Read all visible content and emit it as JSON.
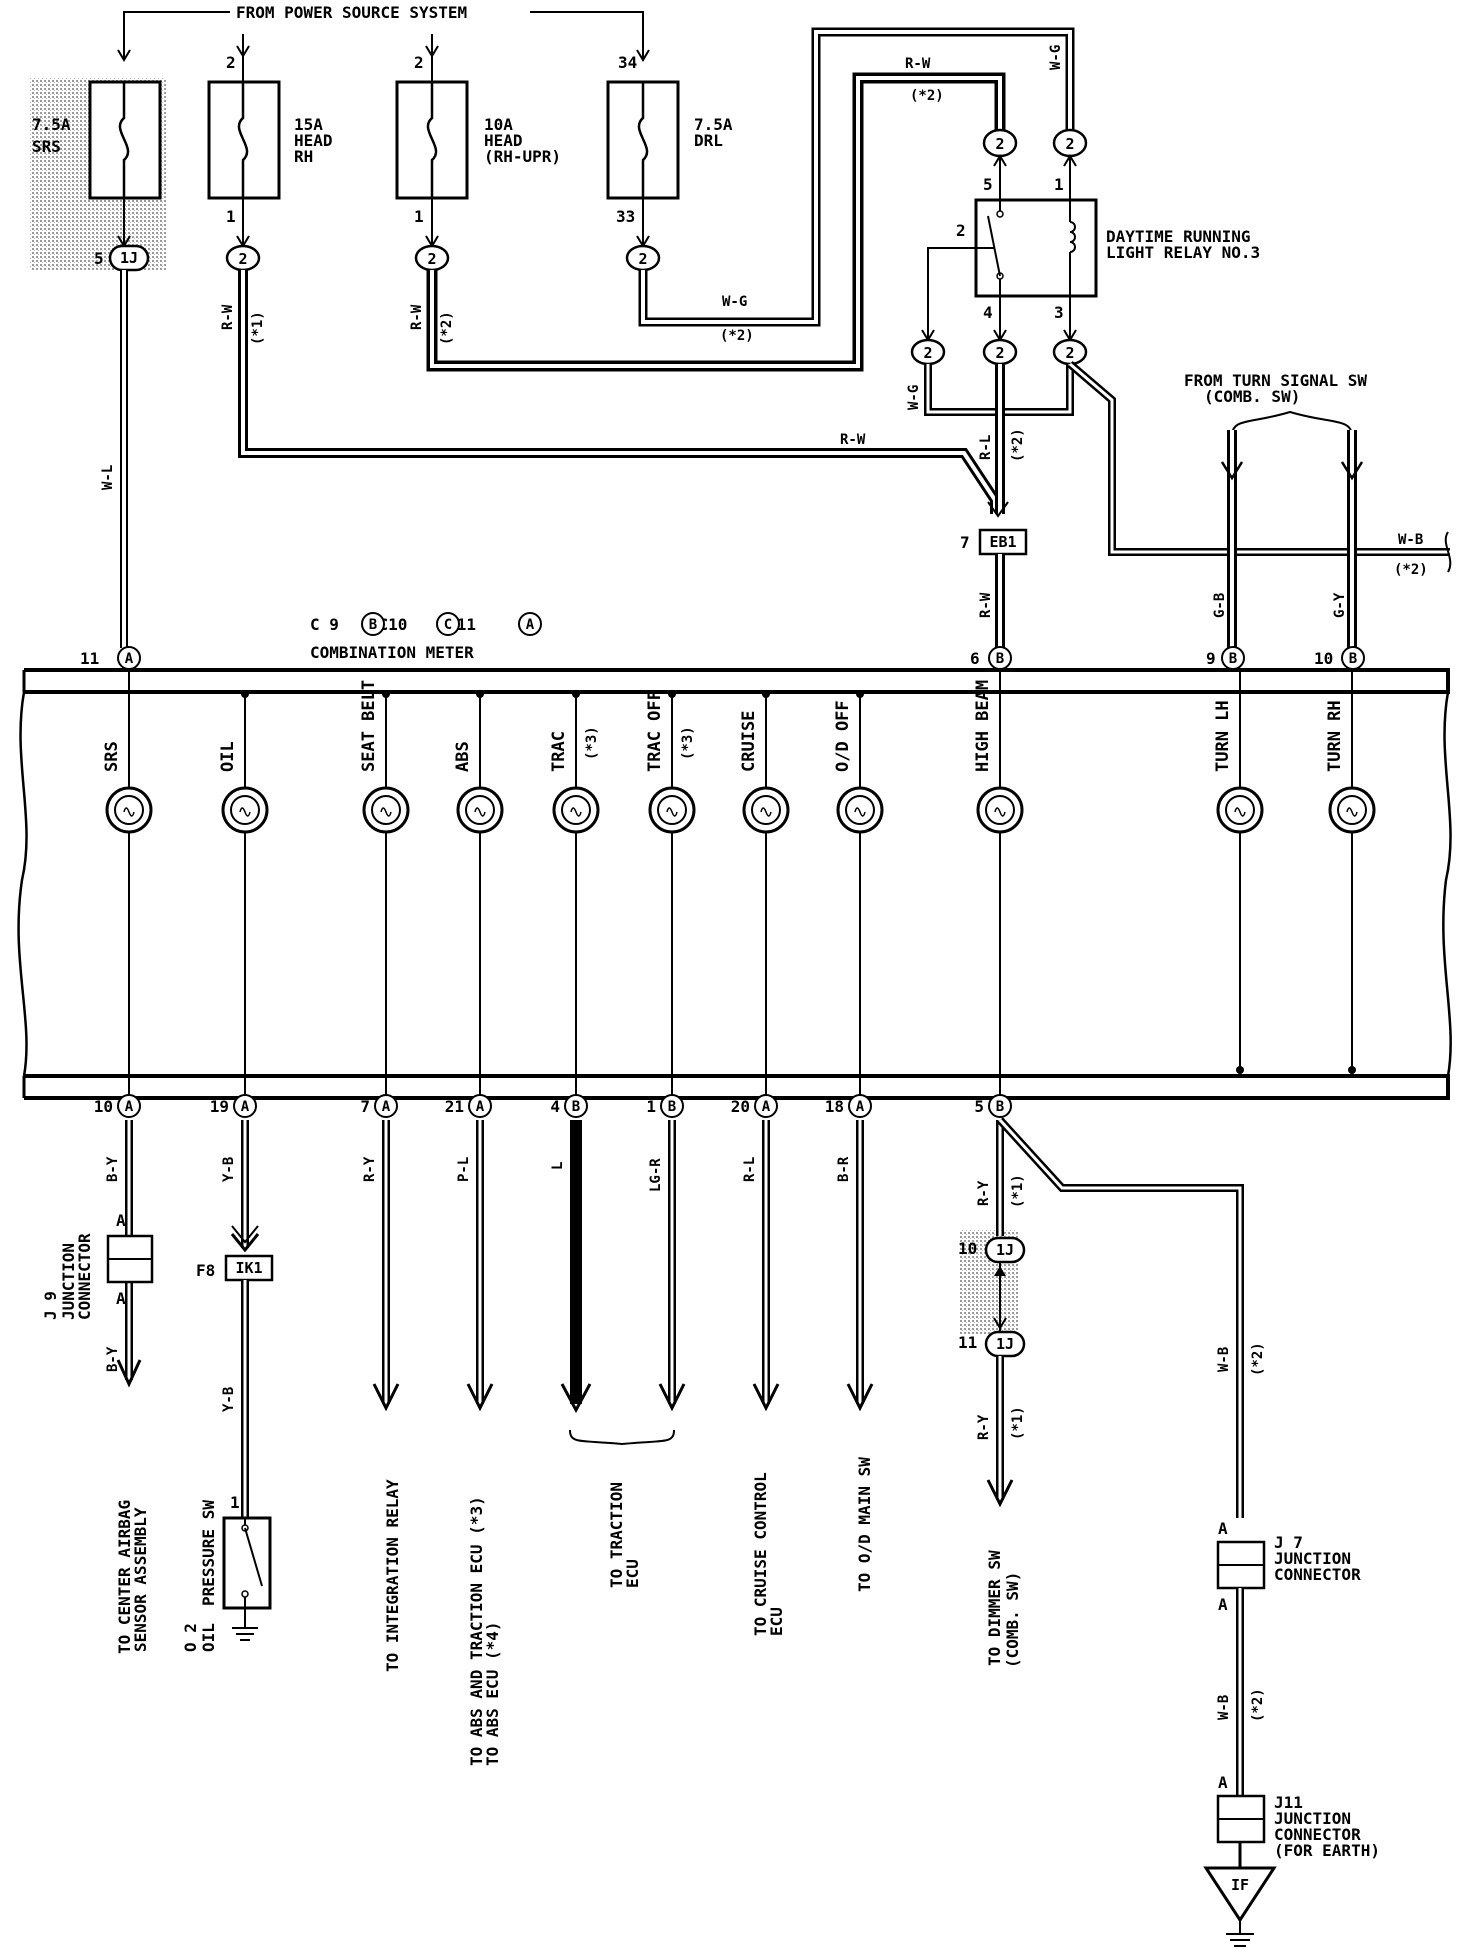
{
  "header": {
    "power_source": "FROM POWER SOURCE SYSTEM"
  },
  "fuses": [
    {
      "id": "srs",
      "amp": "7.5A",
      "name": "SRS",
      "in_pin": "",
      "out_pin": "5",
      "conn": "1J"
    },
    {
      "id": "head-rh",
      "amp": "15A",
      "name": "HEAD",
      "name2": "RH",
      "in_pin": "2",
      "out_pin": "1",
      "conn": "2"
    },
    {
      "id": "head-rh-upr",
      "amp": "10A",
      "name": "HEAD",
      "name2": "(RH-UPR)",
      "in_pin": "2",
      "out_pin": "1",
      "conn": "2"
    },
    {
      "id": "drl",
      "amp": "7.5A",
      "name": "DRL",
      "in_pin": "34",
      "out_pin": "33",
      "conn": "2"
    }
  ],
  "relay": {
    "name_line1": "DAYTIME RUNNING",
    "name_line2": "LIGHT RELAY NO.3",
    "pins": {
      "p1": "1",
      "p2": "2",
      "p3": "3",
      "p4": "4",
      "p5": "5"
    },
    "conn": "2"
  },
  "turn_signal": {
    "line1": "FROM TURN SIGNAL SW",
    "line2": "(COMB. SW)"
  },
  "wires": {
    "w_l": "W-L",
    "r_w": "R-W",
    "w_g": "W-G",
    "r_l": "R-L",
    "w_b": "W-B",
    "g_b": "G-B",
    "g_y": "G-Y",
    "b_y": "B-Y",
    "y_b": "Y-B",
    "r_y": "R-Y",
    "p_l": "P-L",
    "l": "L",
    "lg_r": "LG-R",
    "b_r": "B-R",
    "note1": "(*1)",
    "note2": "(*2)"
  },
  "eb1": {
    "pin": "7",
    "label": "EB1"
  },
  "meter": {
    "connectors_pre": "C 9",
    "c9": "B",
    "connectors_mid1": ",C10",
    "c10": "C",
    "connectors_mid2": ",C11",
    "c11": "A",
    "title": "COMBINATION METER",
    "top_pins": [
      {
        "num": "11",
        "letter": "A"
      },
      {
        "num": "6",
        "letter": "B"
      },
      {
        "num": "9",
        "letter": "B"
      },
      {
        "num": "10",
        "letter": "B"
      }
    ],
    "lamps": [
      {
        "label": "SRS",
        "note": ""
      },
      {
        "label": "OIL",
        "note": ""
      },
      {
        "label": "SEAT BELT",
        "note": ""
      },
      {
        "label": "ABS",
        "note": ""
      },
      {
        "label": "TRAC",
        "note": "(*3)"
      },
      {
        "label": "TRAC OFF",
        "note": "(*3)"
      },
      {
        "label": "CRUISE",
        "note": ""
      },
      {
        "label": "O/D OFF",
        "note": ""
      },
      {
        "label": "HIGH BEAM",
        "note": ""
      },
      {
        "label": "TURN LH",
        "note": ""
      },
      {
        "label": "TURN RH",
        "note": ""
      }
    ],
    "bottom_pins": [
      {
        "num": "10",
        "letter": "A"
      },
      {
        "num": "19",
        "letter": "A"
      },
      {
        "num": "7",
        "letter": "A"
      },
      {
        "num": "21",
        "letter": "A"
      },
      {
        "num": "4",
        "letter": "B"
      },
      {
        "num": "1",
        "letter": "B"
      },
      {
        "num": "20",
        "letter": "A"
      },
      {
        "num": "18",
        "letter": "A"
      },
      {
        "num": "5",
        "letter": "B"
      }
    ]
  },
  "j9": {
    "name": "J 9",
    "line1": "JUNCTION",
    "line2": "CONNECTOR",
    "pin": "A"
  },
  "ik1": {
    "id": "F8",
    "label": "IK1"
  },
  "oil_sw": {
    "pin": "1",
    "id": "O 2",
    "line1": "OIL",
    "line2": "PRESSURE SW"
  },
  "dimmer_conn": {
    "pin_top": "10",
    "pin_bot": "11",
    "label": "1J"
  },
  "j7": {
    "name": "J 7",
    "line1": "JUNCTION",
    "line2": "CONNECTOR",
    "pin": "A"
  },
  "j11": {
    "name": "J11",
    "line1": "JUNCTION",
    "line2": "CONNECTOR",
    "line3": "(FOR EARTH)",
    "pin": "A"
  },
  "earth": {
    "label": "IF"
  },
  "destinations": {
    "airbag1": "TO CENTER AIRBAG",
    "airbag2": "SENSOR ASSEMBLY",
    "integration": "TO INTEGRATION RELAY",
    "abs1": "TO ABS AND TRACTION ECU (*3)",
    "abs2": "TO ABS ECU (*4)",
    "traction1": "TO TRACTION",
    "traction2": "ECU",
    "cruise1": "TO CRUISE CONTROL",
    "cruise2": "ECU",
    "od": "TO O/D MAIN SW",
    "dimmer1": "TO DIMMER SW",
    "dimmer2": "(COMB. SW)"
  }
}
